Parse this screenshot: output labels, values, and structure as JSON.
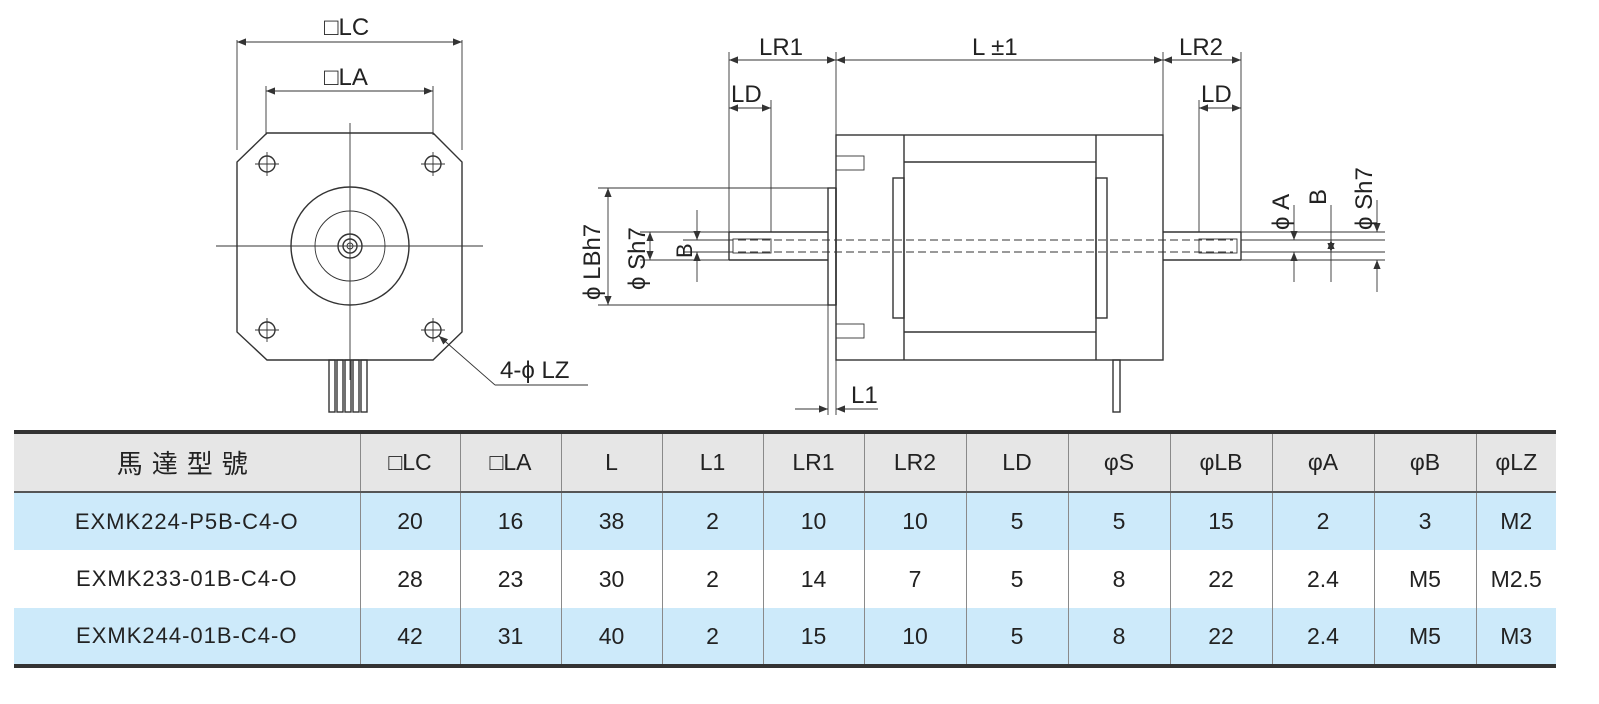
{
  "front_view": {
    "dim_lc": "□LC",
    "dim_la": "□LA",
    "dim_lz": "4-ϕ LZ"
  },
  "side_view": {
    "dim_lr1": "LR1",
    "dim_l": "L ±1",
    "dim_lr2": "LR2",
    "dim_ld_left": "LD",
    "dim_ld_right": "LD",
    "dim_lb": "ϕ LBh7",
    "dim_s_left": "ϕ Sh7",
    "dim_b_left": "B",
    "dim_a": "ϕ A",
    "dim_b_right": "B",
    "dim_s_right": "ϕ Sh7",
    "dim_l1": "L1"
  },
  "table": {
    "headers": [
      "馬達型號",
      "□LC",
      "□LA",
      "L",
      "L1",
      "LR1",
      "LR2",
      "LD",
      "φS",
      "φLB",
      "φA",
      "φB",
      "φLZ"
    ],
    "rows": [
      [
        "EXMK224-P5B-C4-O",
        "20",
        "16",
        "38",
        "2",
        "10",
        "10",
        "5",
        "5",
        "15",
        "2",
        "3",
        "M2"
      ],
      [
        "EXMK233-01B-C4-O",
        "28",
        "23",
        "30",
        "2",
        "14",
        "7",
        "5",
        "8",
        "22",
        "2.4",
        "M5",
        "M2.5"
      ],
      [
        "EXMK244-01B-C4-O",
        "42",
        "31",
        "40",
        "2",
        "15",
        "10",
        "5",
        "8",
        "22",
        "2.4",
        "M5",
        "M3"
      ]
    ]
  },
  "colors": {
    "row_blue": "#cdeafa",
    "row_white": "#ffffff",
    "header_bg": "#e6e6e6",
    "line": "#333333"
  }
}
